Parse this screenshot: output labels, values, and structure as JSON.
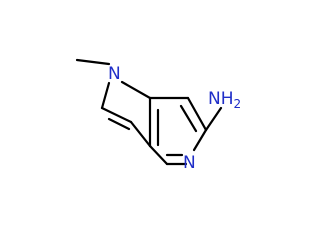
{
  "molecule": {
    "atoms": {
      "n_methyl": "N",
      "n_ring": "N",
      "amine_n": "N",
      "amine_h": "H",
      "amine_h_count": "2"
    },
    "label_color": "#1f2ec8",
    "bond_color": "#000000"
  }
}
